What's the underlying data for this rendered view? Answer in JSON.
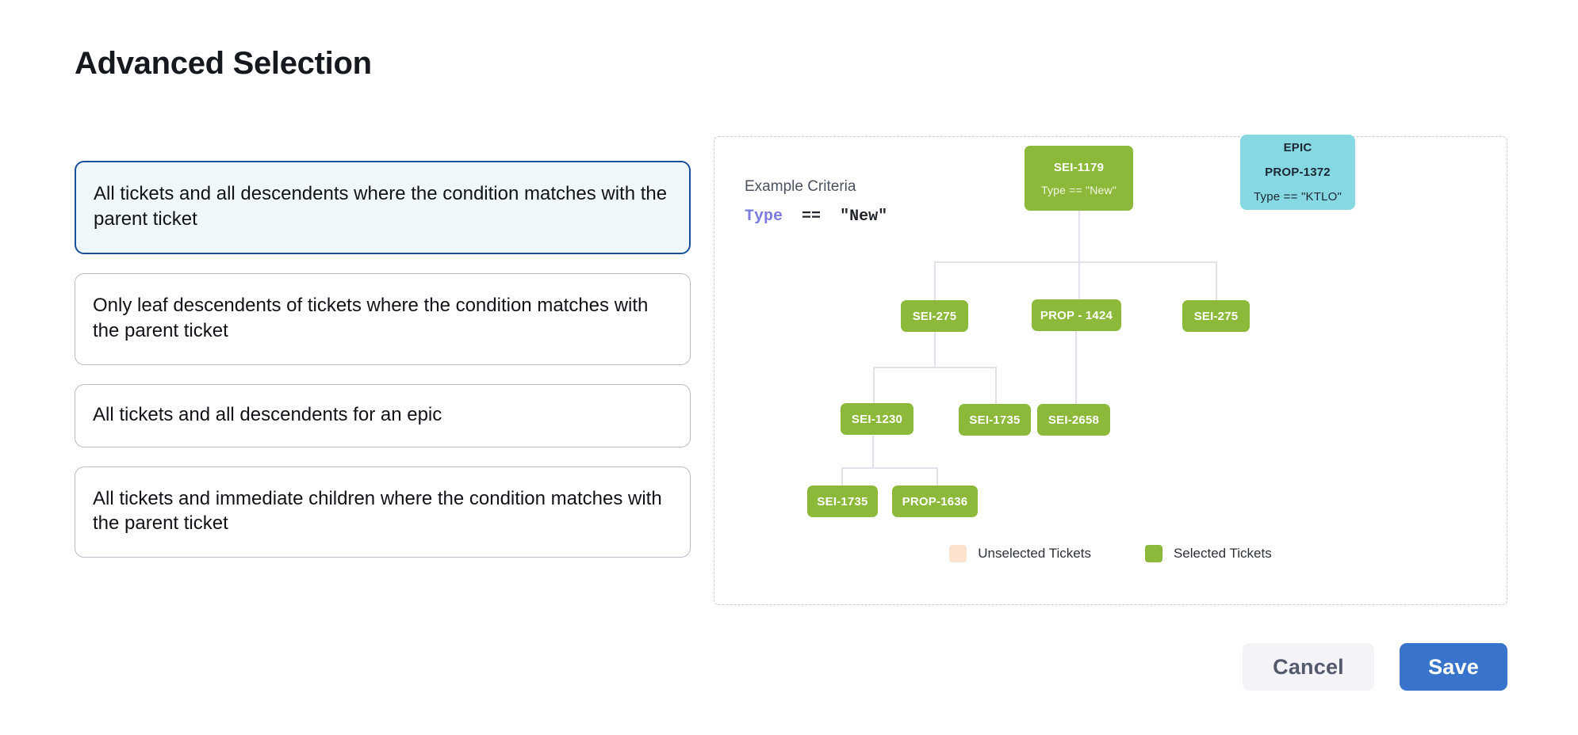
{
  "page": {
    "title": "Advanced Selection"
  },
  "options": [
    {
      "id": "all-descendents-condition",
      "label": "All tickets and all descendents where the condition matches with the parent ticket",
      "selected": true
    },
    {
      "id": "leaf-descendents-condition",
      "label": "Only leaf descendents of tickets where the condition matches with the parent ticket",
      "selected": false
    },
    {
      "id": "all-descendents-epic",
      "label": "All tickets and all descendents for an epic",
      "selected": false
    },
    {
      "id": "immediate-children-condition",
      "label": "All tickets and immediate children where the condition matches with the parent ticket",
      "selected": false
    }
  ],
  "diagram": {
    "criteria_title": "Example Criteria",
    "criteria_field": "Type",
    "criteria_operator": "==",
    "criteria_value": "\"New\"",
    "nodes": {
      "root": {
        "id": "SEI-1179",
        "condition": "Type == \"New\""
      },
      "epic": {
        "kind": "EPIC",
        "id": "PROP-1372",
        "condition": "Type == \"KTLO\""
      },
      "row2": [
        {
          "id": "SEI-275"
        },
        {
          "id": "PROP - 1424"
        },
        {
          "id": "SEI-275"
        }
      ],
      "row3": [
        {
          "id": "SEI-1230"
        },
        {
          "id": "SEI-1735"
        },
        {
          "id": "SEI-2658"
        }
      ],
      "row4": [
        {
          "id": "SEI-1735"
        },
        {
          "id": "PROP-1636"
        }
      ]
    },
    "legend": [
      {
        "label": "Unselected Tickets",
        "color": "#fde3cd"
      },
      {
        "label": "Selected Tickets",
        "color": "#8cb93a"
      }
    ]
  },
  "footer": {
    "cancel_label": "Cancel",
    "save_label": "Save"
  },
  "colors": {
    "selected_node": "#8cb93a",
    "epic_node": "#86d9e3",
    "unselected_swatch": "#fde3cd",
    "primary_button": "#3874cb",
    "selected_card_border": "#1a4f9c",
    "selected_card_bg": "#eff7fb",
    "criteria_field": "#7b7ae0"
  }
}
